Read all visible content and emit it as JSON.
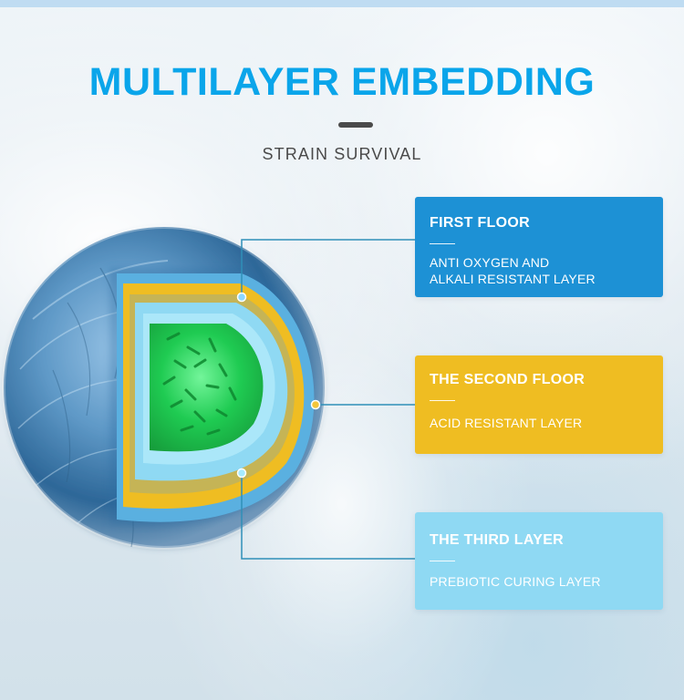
{
  "header": {
    "title": "MULTILAYER EMBEDDING",
    "subtitle": "STRAIN SURVIVAL"
  },
  "layers": [
    {
      "title": "FIRST FLOOR",
      "description": "ANTI OXYGEN AND\nALKALI RESISTANT LAYER",
      "color": "#1d91d5"
    },
    {
      "title": "THE SECOND FLOOR",
      "description": "ACID RESISTANT LAYER",
      "color": "#efbd22"
    },
    {
      "title": "THE THIRD LAYER",
      "description": "PREBIOTIC CURING LAYER",
      "color": "#8fd9f3"
    }
  ],
  "colors": {
    "title": "#0aa5ea",
    "subtitle": "#4a4a4a",
    "divider": "#4a4a4a",
    "connector": "#2f8fb8",
    "sphere_outer": "#5f99c7",
    "layer_blue": "#1d91d5",
    "layer_yellow": "#efbd22",
    "layer_cyan": "#8fd9f3",
    "core_green": "#1fcb52"
  }
}
